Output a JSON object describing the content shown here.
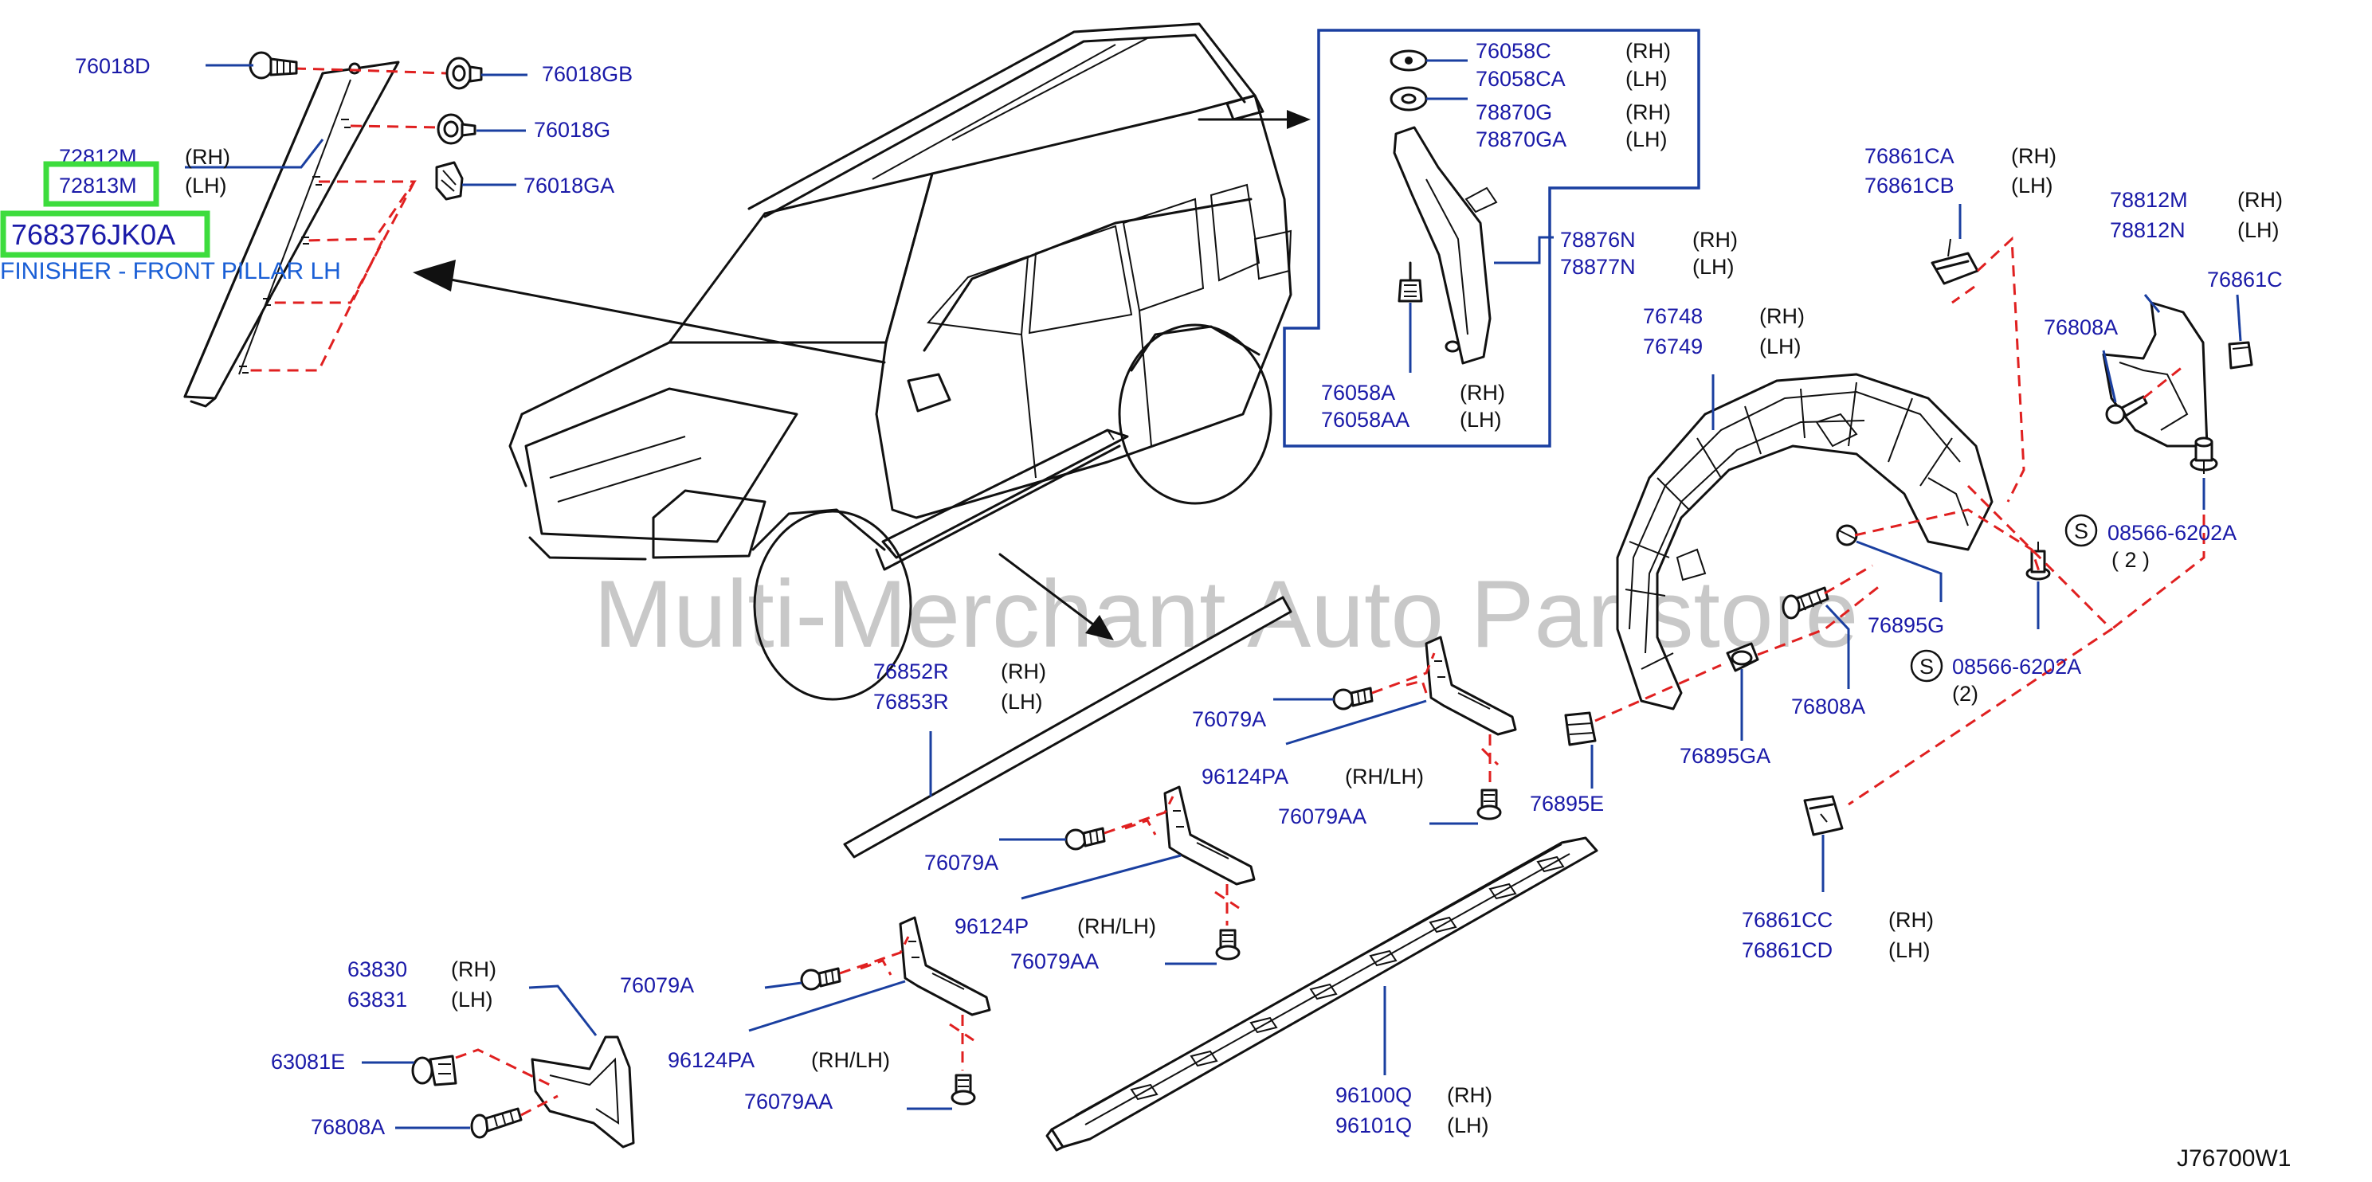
{
  "watermark": "Multi-Merchant Auto Partstore",
  "diagram_ref": "J76700W1",
  "highlight": {
    "part_number": "768376JK0A",
    "caption": "FINISHER - FRONT PILLAR LH"
  },
  "labels": {
    "p76018D": "76018D",
    "p76018GB": "76018GB",
    "p76018G": "76018G",
    "p76018GA": "76018GA",
    "p72812M": "72812M",
    "p72812M_side": "(RH)",
    "p72813M": "72813M",
    "p72813M_side": "(LH)",
    "p76058C": "76058C",
    "p76058C_side": "(RH)",
    "p76058CA": "76058CA",
    "p76058CA_side": "(LH)",
    "p78870G": "78870G",
    "p78870G_side": "(RH)",
    "p78870GA": "78870GA",
    "p78870GA_side": "(LH)",
    "p78876N": "78876N",
    "p78876N_side": "(RH)",
    "p78877N": "78877N",
    "p78877N_side": "(LH)",
    "p76058A": "76058A",
    "p76058A_side": "(RH)",
    "p76058AA": "76058AA",
    "p76058AA_side": "(LH)",
    "p76861CA": "76861CA",
    "p76861CA_side": "(RH)",
    "p76861CB": "76861CB",
    "p76861CB_side": "(LH)",
    "p78812M": "78812M",
    "p78812M_side": "(RH)",
    "p78812N": "78812N",
    "p78812N_side": "(LH)",
    "p76861C": "76861C",
    "p76808A_top": "76808A",
    "p76748": "76748",
    "p76748_side": "(RH)",
    "p76749": "76749",
    "p76749_side": "(LH)",
    "s_symbol": "S",
    "p08566a": "08566-6202A",
    "p08566a_qty": "( 2 )",
    "p76895G": "76895G",
    "p08566b": "08566-6202A",
    "p08566b_qty": "(2)",
    "p76808A_mid": "76808A",
    "p76895GA": "76895GA",
    "p76895E": "76895E",
    "p76852R": "76852R",
    "p76852R_side": "(RH)",
    "p76853R": "76853R",
    "p76853R_side": "(LH)",
    "p76079A_1": "76079A",
    "p96124PA_1": "96124PA",
    "p96124PA_1_side": "(RH/LH)",
    "p76079AA_1": "76079AA",
    "p76079A_2": "76079A",
    "p96124P": "96124P",
    "p96124P_side": "(RH/LH)",
    "p76079AA_2": "76079AA",
    "p76861CC": "76861CC",
    "p76861CC_side": "(RH)",
    "p76861CD": "76861CD",
    "p76861CD_side": "(LH)",
    "p63830": "63830",
    "p63830_side": "(RH)",
    "p63831": "63831",
    "p63831_side": "(LH)",
    "p76079A_3": "76079A",
    "p63081E": "63081E",
    "p96124PA_2": "96124PA",
    "p96124PA_2_side": "(RH/LH)",
    "p76079AA_3": "76079AA",
    "p76808A_bot": "76808A",
    "p96100Q": "96100Q",
    "p96100Q_side": "(RH)",
    "p96101Q": "96101Q",
    "p96101Q_side": "(LH)"
  }
}
